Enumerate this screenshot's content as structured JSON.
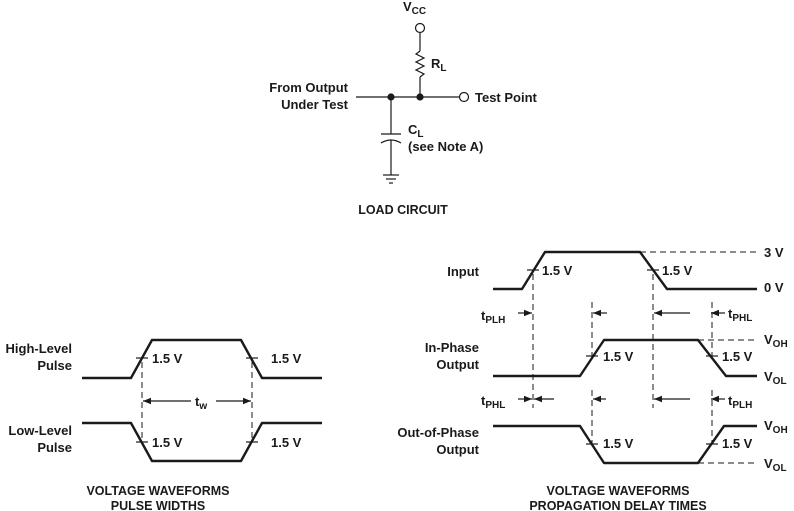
{
  "load_circuit": {
    "vcc_main": "V",
    "vcc_sub": "CC",
    "rl_main": "R",
    "rl_sub": "L",
    "cl_main": "C",
    "cl_sub": "L",
    "cl_note": "(see Note A)",
    "from_output_line1": "From Output",
    "from_output_line2": "Under Test",
    "test_point": "Test Point",
    "caption": "LOAD CIRCUIT"
  },
  "pulse_widths": {
    "high_level_line1": "High-Level",
    "high_level_line2": "Pulse",
    "low_level_line1": "Low-Level",
    "low_level_line2": "Pulse",
    "level": "1.5 V",
    "tw_main": "t",
    "tw_sub": "w",
    "caption_line1": "VOLTAGE WAVEFORMS",
    "caption_line2": "PULSE WIDTHS"
  },
  "propagation_delay": {
    "input_label": "Input",
    "in_phase_line1": "In-Phase",
    "in_phase_line2": "Output",
    "out_phase_line1": "Out-of-Phase",
    "out_phase_line2": "Output",
    "level": "1.5 V",
    "v_3": "3 V",
    "v_0": "0 V",
    "t_main": "t",
    "plh_sub": "PLH",
    "phl_sub": "PHL",
    "v_main": "V",
    "oh_sub": "OH",
    "ol_sub": "OL",
    "caption_line1": "VOLTAGE WAVEFORMS",
    "caption_line2": "PROPAGATION DELAY TIMES"
  }
}
